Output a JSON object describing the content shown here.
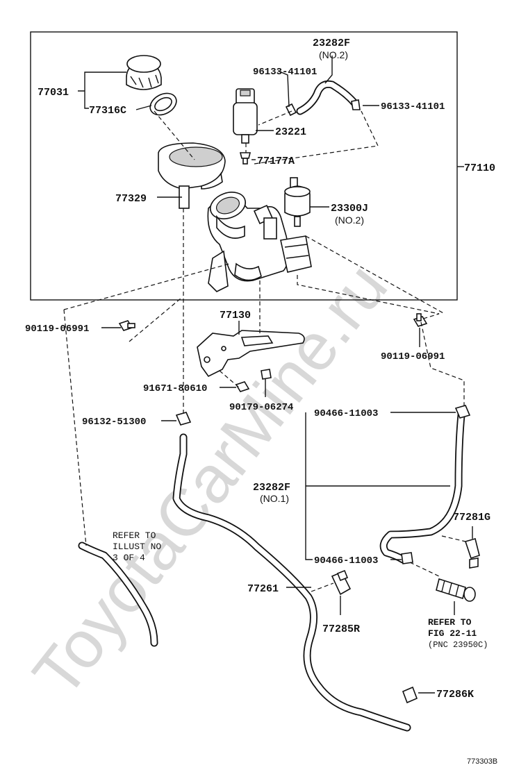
{
  "watermark": "ToyotaCarMine.ru",
  "figure_id": "773303B",
  "parts": {
    "p77031": "77031",
    "p77316C": "77316C",
    "p77329": "77329",
    "p96133a": "96133-41101",
    "p23282F_top": "23282F",
    "p23282F_top_sub": "(NO.2)",
    "p96133b": "96133-41101",
    "p23221": "23221",
    "p77177A": "77177A",
    "p77110": "77110",
    "p23300J": "23300J",
    "p23300J_sub": "(NO.2)",
    "p90119_left": "90119-06991",
    "p77130": "77130",
    "p90119_right": "90119-06991",
    "p91671": "91671-80610",
    "p90179": "90179-06274",
    "p96132": "96132-51300",
    "p90466_top": "90466-11003",
    "p23282F_mid": "23282F",
    "p23282F_mid_sub": "(NO.1)",
    "p77281G": "77281G",
    "p90466_bot": "90466-11003",
    "p77261": "77261",
    "p77285R": "77285R",
    "p77286K": "77286K"
  },
  "refs": {
    "illust_line1": "REFER TO",
    "illust_line2": "ILLUST NO",
    "illust_line3": "3 OF 4",
    "fig_line1": "REFER TO",
    "fig_line2": "FIG 22-11",
    "fig_line3": "(PNC 23950C)"
  }
}
